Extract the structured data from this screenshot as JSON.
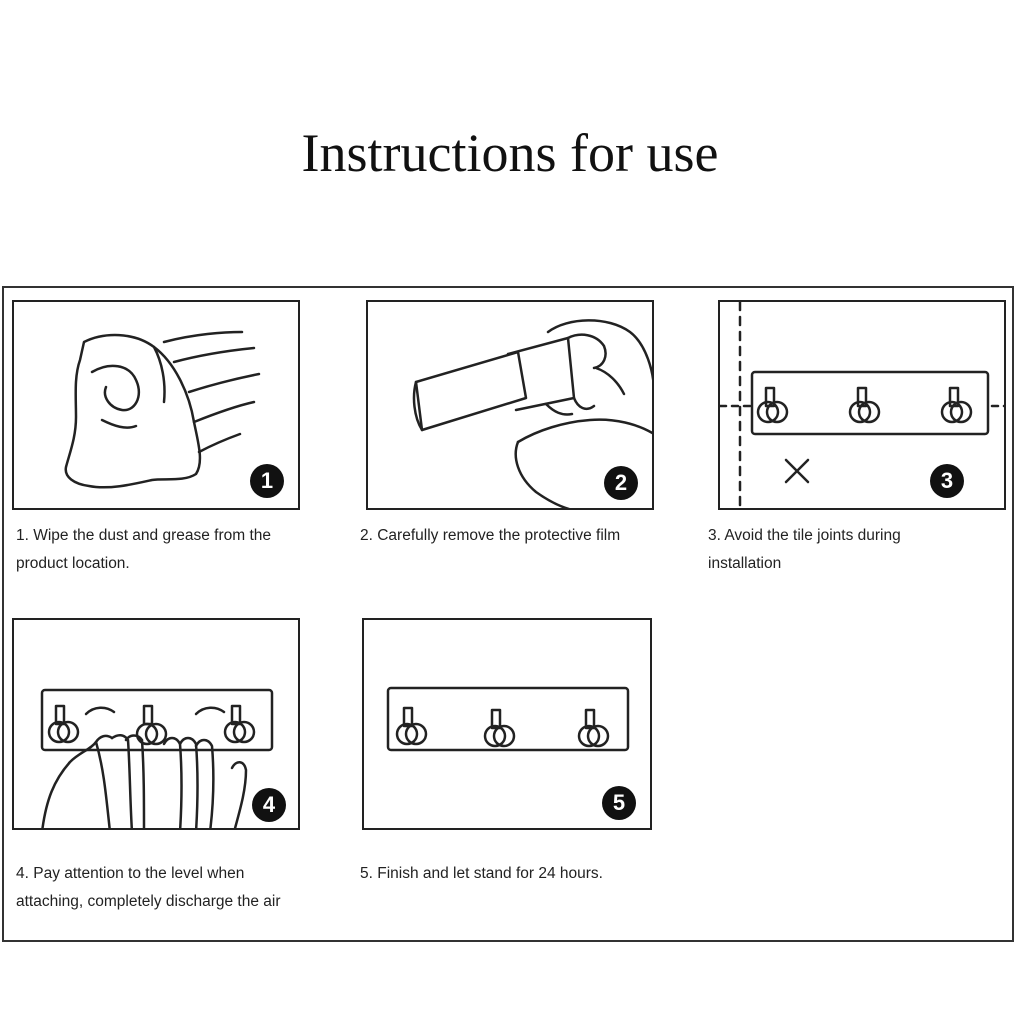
{
  "title": "Instructions for use",
  "steps": [
    {
      "number": "1",
      "lines": [
        "1. Wipe the dust and grease from the",
        "product location."
      ]
    },
    {
      "number": "2",
      "lines": [
        "2. Carefully remove the protective film"
      ]
    },
    {
      "number": "3",
      "lines": [
        "3. Avoid the tile joints during",
        "installation"
      ]
    },
    {
      "number": "4",
      "lines": [
        "4. Pay attention to the level when",
        "attaching, completely discharge the air"
      ]
    },
    {
      "number": "5",
      "lines": [
        "5. Finish and let stand for 24 hours."
      ]
    }
  ],
  "icons": {
    "step1": "cloth-wiping-icon",
    "step2": "peel-film-icon",
    "step3": "tile-joint-avoid-icon",
    "step4": "press-hands-icon",
    "step5": "finished-hook-rack-icon"
  },
  "colors": {
    "line": "#222222",
    "badge": "#111111",
    "background": "#ffffff"
  }
}
